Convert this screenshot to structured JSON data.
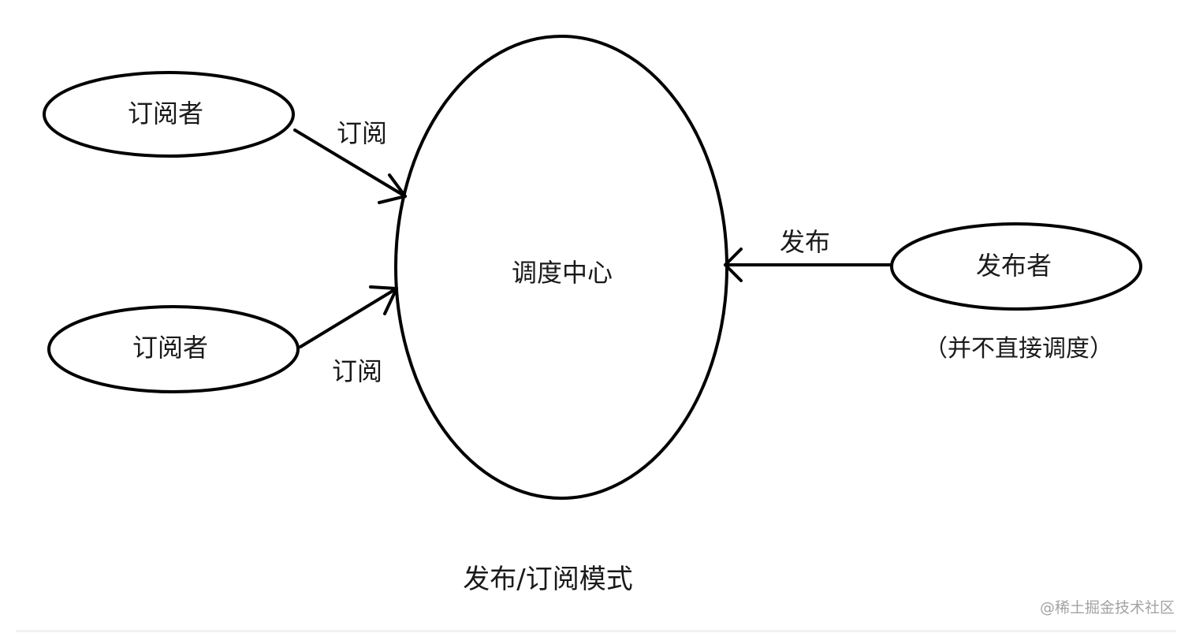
{
  "nodes": {
    "subscriber_top": "订阅者",
    "subscriber_bottom": "订阅者",
    "dispatch_center": "调度中心",
    "publisher": "发布者"
  },
  "edges": {
    "subscribe_top": "订阅",
    "subscribe_bottom": "订阅",
    "publish": "发布"
  },
  "publisher_note": "（并不直接调度）",
  "caption": "发布/订阅模式",
  "watermark": "@稀土掘金技术社区",
  "colors": {
    "stroke": "#000000",
    "text": "#1a1a1a",
    "watermark": "#a3a3a3"
  }
}
